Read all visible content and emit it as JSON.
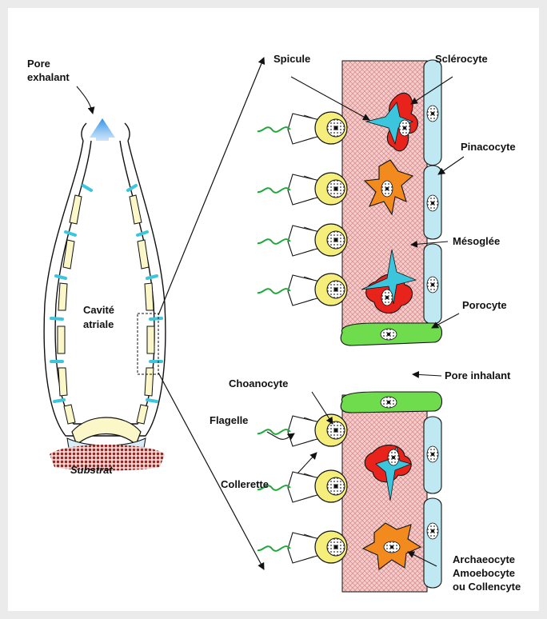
{
  "labels": {
    "pore_exhalant_1": "Pore",
    "pore_exhalant_2": "exhalant",
    "cavite_1": "Cavité",
    "cavite_2": "atriale",
    "substrat": "Substrat",
    "spicule": "Spicule",
    "sclerocyte": "Sclérocyte",
    "pinacocyte": "Pinacocyte",
    "mesoglee": "Mésoglée",
    "porocyte": "Porocyte",
    "pore_inhalant": "Pore inhalant",
    "choanocyte": "Choanocyte",
    "flagelle": "Flagelle",
    "collerette": "Collerette",
    "archaeocyte_1": "Archaeocyte",
    "archaeocyte_2": "Amoebocyte",
    "archaeocyte_3": "ou Collencyte"
  },
  "colors": {
    "choanocyte": "#f6ee7a",
    "sclerocyte": "#e8231c",
    "spicule": "#3cc6de",
    "pinacocyte": "#bfe8f2",
    "porocyte": "#6fdc4e",
    "amoebocyte": "#f28a1e",
    "mesoglea": "#f2c6c6",
    "flow_arrow": "#2a8ee8",
    "body_wall": "#fbf7c8",
    "flagellum": "#1fa83a",
    "substrate": "#8a2a22"
  }
}
